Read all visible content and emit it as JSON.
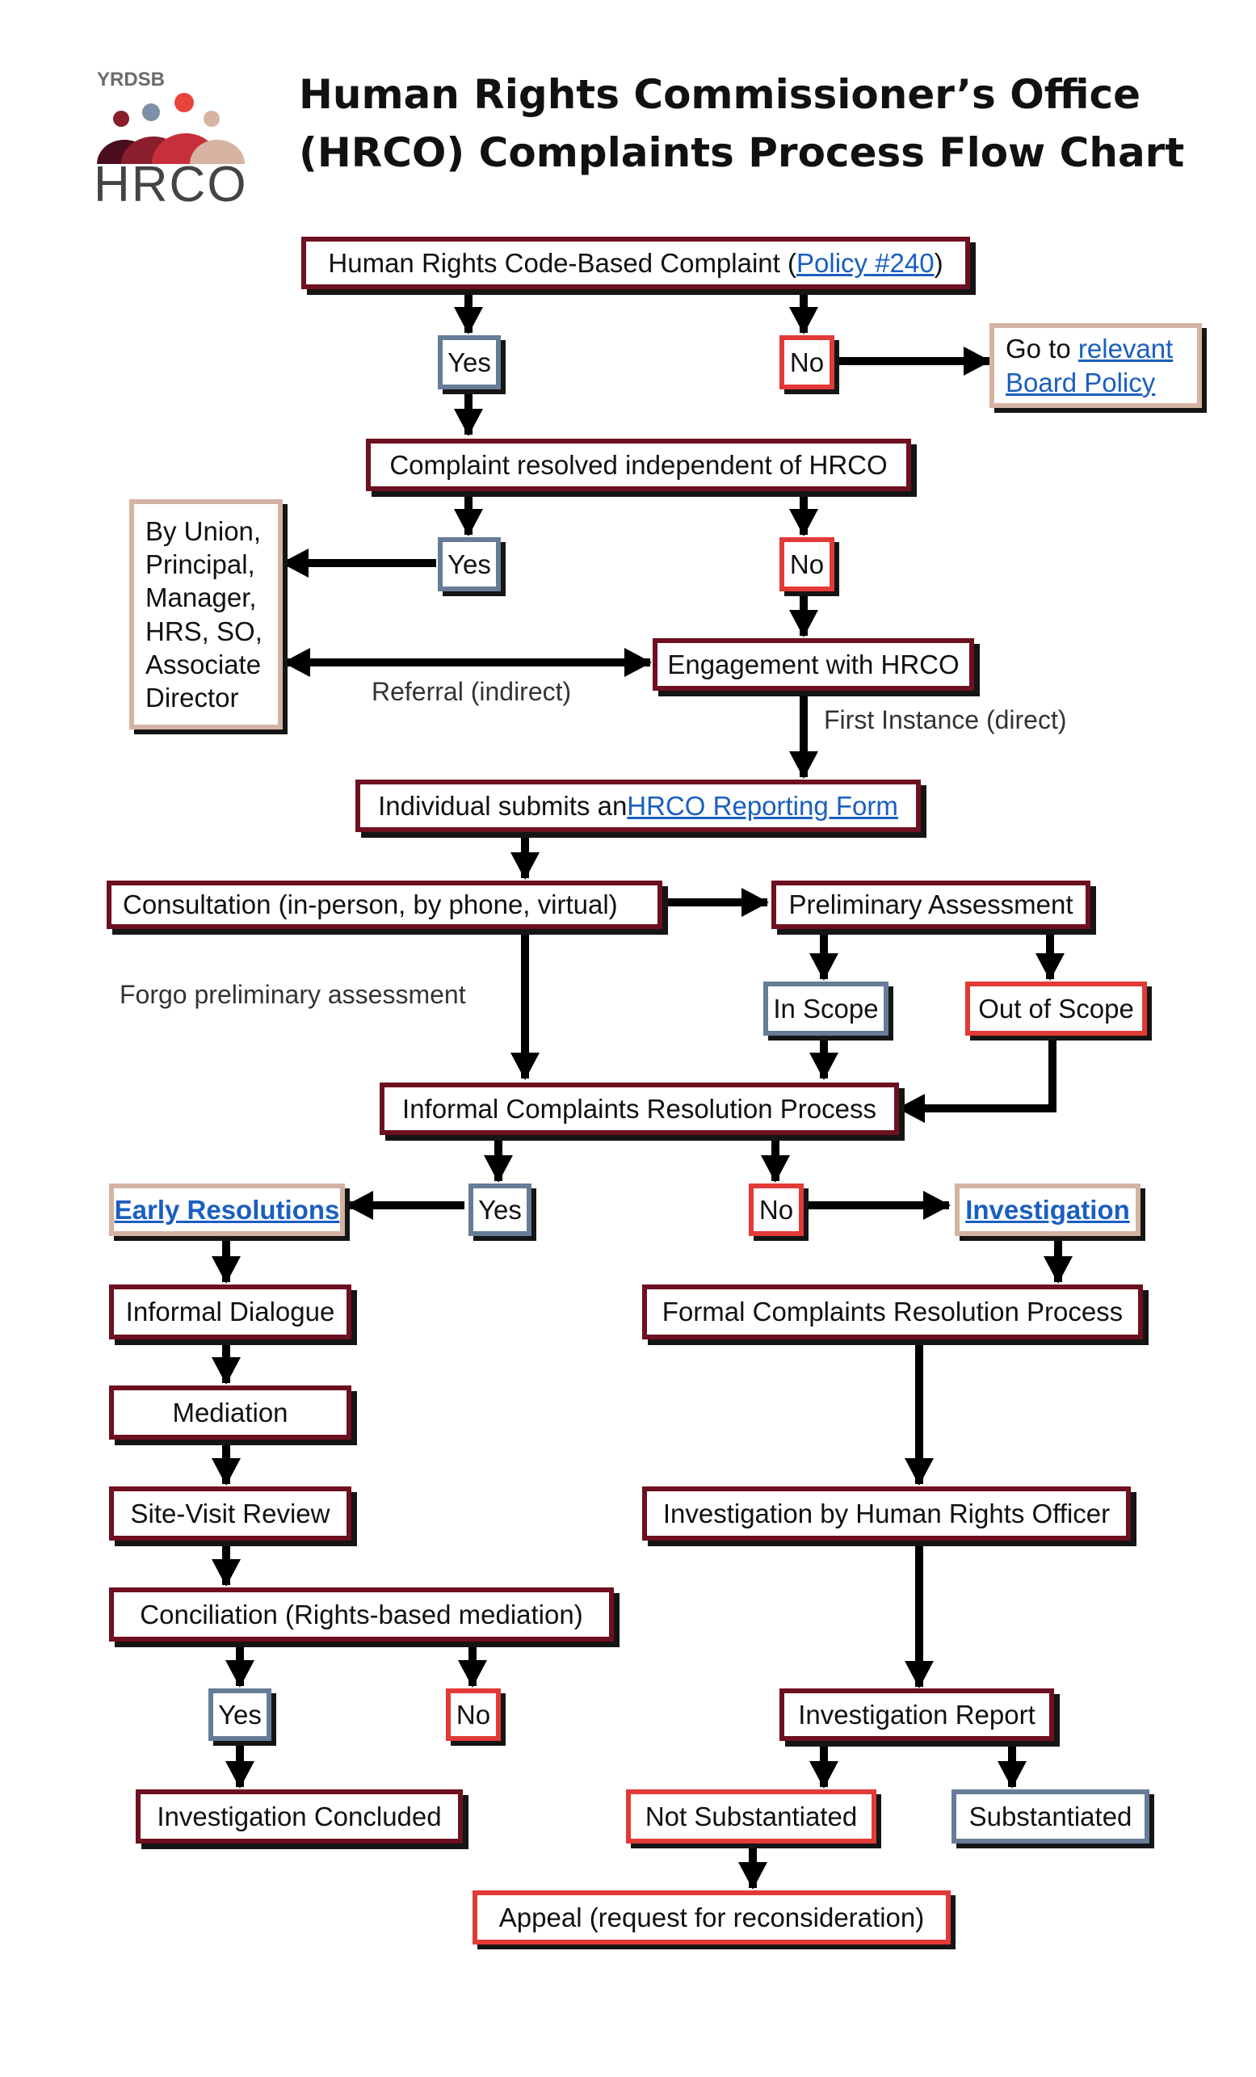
{
  "logo": {
    "org": "YRDSB",
    "name": "HRCO",
    "colors": [
      "#4a0d1e",
      "#8a1e2d",
      "#c92f3a",
      "#e7453c",
      "#7d90a8",
      "#d7b3a3"
    ]
  },
  "title": {
    "line1": "Human Rights Commissioner’s Office",
    "line2": "(HRCO) Complaints Process Flow Chart"
  },
  "colors": {
    "maroon": "#6d1020",
    "blue": "#667c97",
    "red": "#e23a37",
    "tan": "#d4b3a4",
    "link": "#1a5fc0"
  },
  "nodes": {
    "complaint_prefix": "Human Rights Code-Based Complaint (",
    "complaint_link": "Policy #240",
    "complaint_suffix": ")",
    "yes1": "Yes",
    "no1": "No",
    "goto_prefix": "Go to ",
    "goto_link1": "relevant",
    "goto_link2": "Board Policy",
    "resolved_independent": "Complaint resolved independent of HRCO",
    "yes2": "Yes",
    "no2": "No",
    "by_union": [
      "By Union,",
      "Principal,",
      "Manager,",
      "HRS, SO,",
      "Associate",
      "Director"
    ],
    "engagement": "Engagement with HRCO",
    "submit_prefix": "Individual submits an ",
    "submit_link": "HRCO Reporting Form",
    "consultation": "Consultation (in-person, by phone, virtual)",
    "preliminary": "Preliminary Assessment",
    "in_scope": "In Scope",
    "out_of_scope": "Out of Scope",
    "informal_process": "Informal Complaints Resolution Process",
    "yes3": "Yes",
    "no3": "No",
    "early_resolutions": "Early Resolutions",
    "investigation": "Investigation",
    "informal_dialogue": "Informal Dialogue",
    "mediation": "Mediation",
    "site_visit": "Site-Visit Review",
    "conciliation": "Conciliation (Rights-based mediation)",
    "yes4": "Yes",
    "no4": "No",
    "investigation_concluded": "Investigation Concluded",
    "formal_process": "Formal Complaints Resolution Process",
    "investigation_officer": "Investigation by Human Rights Officer",
    "investigation_report": "Investigation Report",
    "not_substantiated": "Not Substantiated",
    "substantiated": "Substantiated",
    "appeal": "Appeal (request for reconsideration)"
  },
  "labels": {
    "referral": "Referral (indirect)",
    "first_instance": "First Instance (direct)",
    "forgo": "Forgo preliminary assessment"
  }
}
